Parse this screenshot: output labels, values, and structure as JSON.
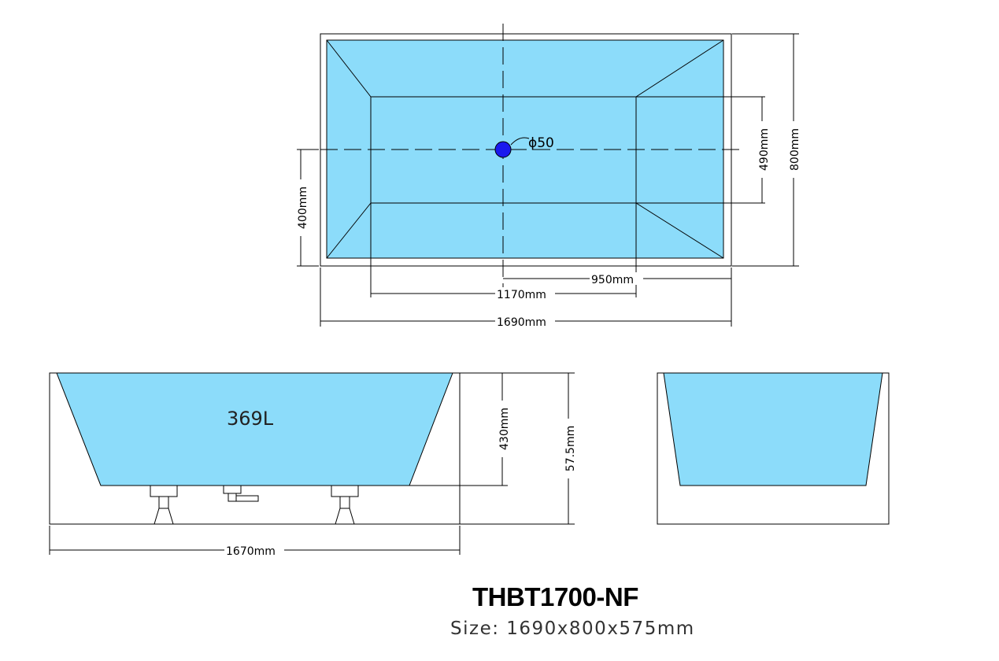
{
  "colors": {
    "water": "#8cdcfa",
    "line": "#000000",
    "drain": "#1a1aee"
  },
  "top_view": {
    "drain_label": "ϕ50",
    "dim_width_total": "1690mm",
    "dim_width_inner": "1170mm",
    "dim_drain_offset": "950mm",
    "dim_depth_total": "800mm",
    "dim_depth_inner": "490mm",
    "dim_drain_depth": "400mm"
  },
  "side_view": {
    "volume": "369L",
    "dim_length": "1670mm",
    "dim_inner_height": "430mm",
    "dim_total_height": "57.5mm"
  },
  "footer": {
    "model": "THBT1700-NF",
    "size": "Size: 1690x800x575mm"
  }
}
